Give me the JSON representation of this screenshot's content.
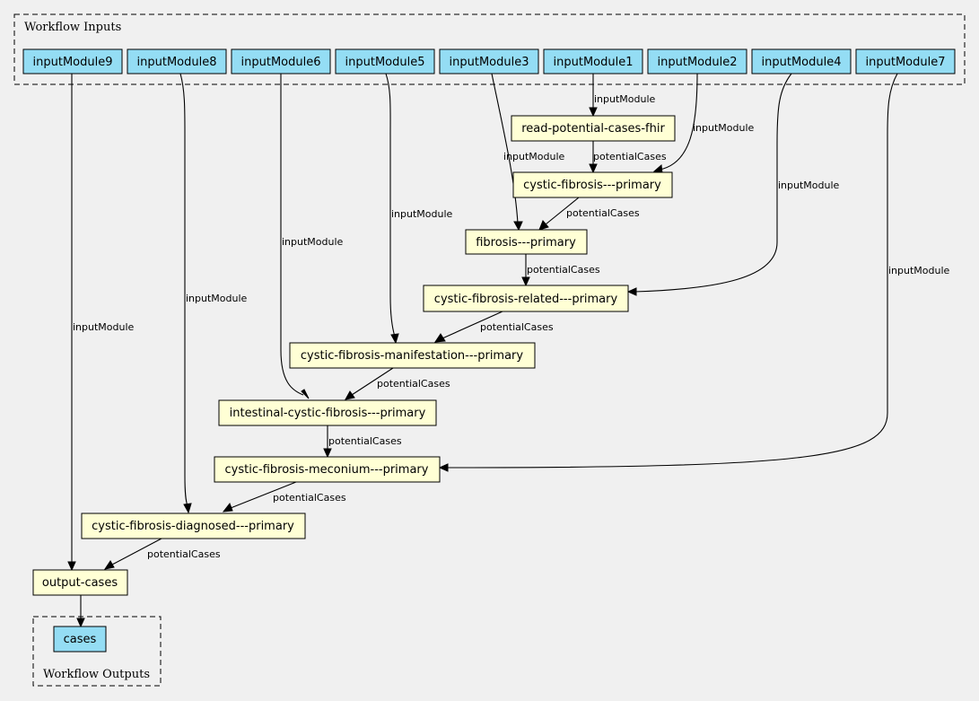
{
  "clusters": {
    "inputs_label": "Workflow Inputs",
    "outputs_label": "Workflow Outputs"
  },
  "colors": {
    "input_node": "#94ddf4",
    "step_node": "#ffffd5",
    "background": "#f0f0f0"
  },
  "inputs": [
    "inputModule9",
    "inputModule8",
    "inputModule6",
    "inputModule5",
    "inputModule3",
    "inputModule1",
    "inputModule2",
    "inputModule4",
    "inputModule7"
  ],
  "steps": [
    "read-potential-cases-fhir",
    "cystic-fibrosis---primary",
    "fibrosis---primary",
    "cystic-fibrosis-related---primary",
    "cystic-fibrosis-manifestation---primary",
    "intestinal-cystic-fibrosis---primary",
    "cystic-fibrosis-meconium---primary",
    "cystic-fibrosis-diagnosed---primary",
    "output-cases"
  ],
  "outputs": [
    "cases"
  ],
  "edge_labels": {
    "input": "inputModule",
    "chain": "potentialCases"
  }
}
